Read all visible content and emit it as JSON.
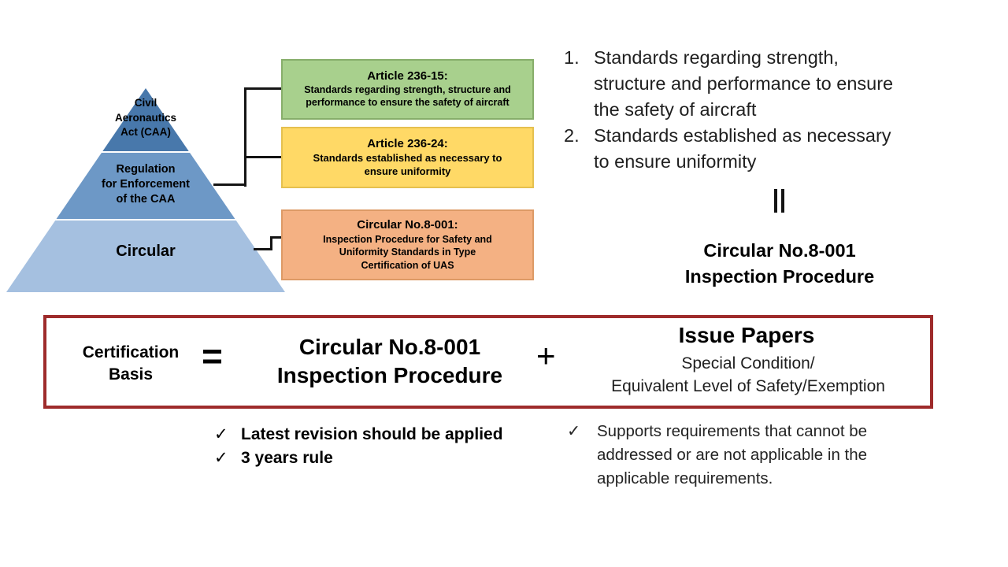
{
  "pyramid": {
    "tiers": [
      {
        "label": "Civil\nAeronautics\nAct (CAA)",
        "color": "#4878ab"
      },
      {
        "label": "Regulation\nfor Enforcement\nof the CAA",
        "color": "#6d98c6"
      },
      {
        "label": "Circular",
        "color": "#a5c0e0"
      }
    ]
  },
  "law_boxes": [
    {
      "title": "Article 236-15:",
      "body": "Standards regarding strength, structure and performance to ensure the safety of aircraft",
      "fill": "#a8d08d",
      "border": "#87ae6b"
    },
    {
      "title": "Article 236-24:",
      "body": "Standards established as necessary to ensure uniformity",
      "fill": "#ffd966",
      "border": "#e5c04f"
    },
    {
      "title": "Circular No.8-001:",
      "body": "Inspection Procedure for Safety and Uniformity Standards in Type Certification of UAS",
      "fill": "#f4b183",
      "border": "#dd9a66"
    }
  ],
  "summary": {
    "items": [
      {
        "num": "1.",
        "text": "Standards regarding strength, structure and performance to ensure the safety of aircraft"
      },
      {
        "num": "2.",
        "text": "Standards established as necessary to ensure uniformity"
      }
    ],
    "result": "Circular No.8-001\nInspection Procedure"
  },
  "formula": {
    "left": "Certification\nBasis",
    "equals": "=",
    "middle": "Circular No.8-001\nInspection Procedure",
    "plus": "+",
    "right_title": "Issue Papers",
    "right_sub": "Special Condition/\nEquivalent Level of Safety/Exemption",
    "border_color": "#9e2b2b"
  },
  "notes": {
    "check": "✓",
    "left": [
      "Latest revision should be applied",
      "3 years rule"
    ],
    "right": [
      "Supports requirements that cannot be addressed or are not applicable in the applicable requirements."
    ]
  }
}
